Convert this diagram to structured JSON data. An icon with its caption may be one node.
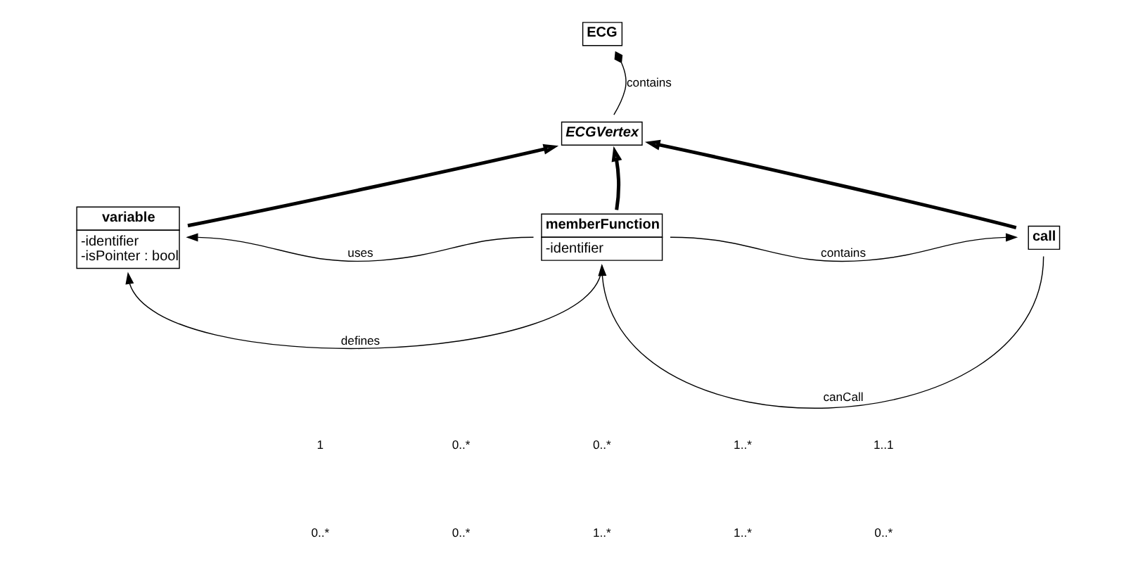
{
  "diagram": {
    "nodes": [
      {
        "text": [
          "ECG"
        ]
      },
      {
        "text": [
          "ECGVertex"
        ]
      },
      {
        "text": [
          "variable",
          "-identifier",
          "-isPointer : bool"
        ]
      },
      {
        "text": [
          "memberFunction",
          "-identifier"
        ]
      },
      {
        "text": [
          "call"
        ]
      }
    ],
    "edges": [
      {
        "from": 0,
        "to": 1,
        "arrow": "other",
        "label": "contains"
      },
      {
        "from": 2,
        "to": 1,
        "arrow": "to",
        "style": "thick"
      },
      {
        "from": 3,
        "to": 1,
        "arrow": "to",
        "style": "thick"
      },
      {
        "from": 4,
        "to": 1,
        "arrow": "to",
        "style": "thick"
      },
      {
        "from": 3,
        "to": 2,
        "arrow": "to",
        "label": "uses"
      },
      {
        "from": 3,
        "to": 4,
        "arrow": "to",
        "label": "contains"
      },
      {
        "from": 3,
        "to": 2,
        "arrow": "to",
        "label": "defines"
      },
      {
        "from": 4,
        "to": 3,
        "arrow": "to",
        "label": "canCall"
      }
    ],
    "labels": [
      "1",
      "0..*",
      "0..*",
      "1..*",
      "1..1",
      "0..*",
      "0..*",
      "1..*",
      "1..*",
      "0..*"
    ]
  }
}
